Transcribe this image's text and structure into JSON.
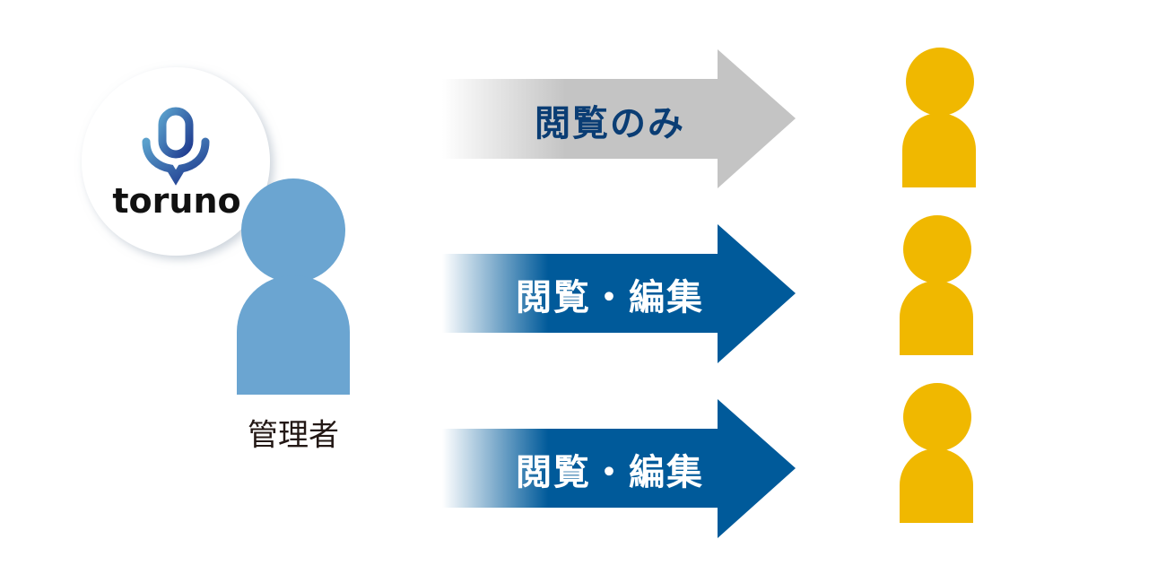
{
  "logo": {
    "text": "toruno"
  },
  "admin": {
    "label": "管理者"
  },
  "arrows": [
    {
      "label": "閲覧のみ",
      "color": "#c4c4c4",
      "text_color": "#0a3d74"
    },
    {
      "label": "閲覧・編集",
      "color": "#005a9a",
      "text_color": "#ffffff"
    },
    {
      "label": "閲覧・編集",
      "color": "#005a9a",
      "text_color": "#ffffff"
    }
  ],
  "colors": {
    "admin": "#6ba5d1",
    "user": "#f0b800"
  }
}
